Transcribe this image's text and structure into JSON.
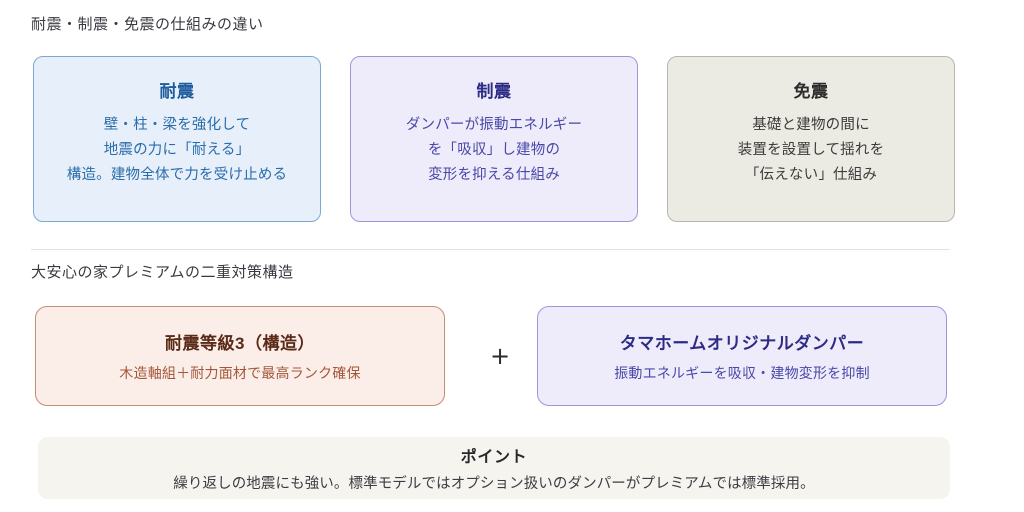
{
  "sections": [
    {
      "heading": "耐震・制震・免震の仕組みの違い",
      "cards": [
        {
          "title": "耐震",
          "lines": [
            "壁・柱・梁を強化して",
            "地震の力に「耐える」",
            "構造。建物全体で力を受け止める"
          ],
          "accent": "#7ba9d6",
          "background": "#e7f0fa"
        },
        {
          "title": "制震",
          "lines": [
            "ダンパーが振動エネルギー",
            "を「吸収」し建物の",
            "変形を抑える仕組み"
          ],
          "accent": "#9d96dc",
          "background": "#eeecfa"
        },
        {
          "title": "免震",
          "lines": [
            "基礎と建物の間に",
            "装置を設置して揺れを",
            "「伝えない」仕組み"
          ],
          "accent": "#b9b5ad",
          "background": "#ecebe3"
        }
      ]
    },
    {
      "heading": "大安心の家プレミアムの二重対策構造",
      "combine_operator": "+",
      "cards": [
        {
          "title": "耐震等級3（構造）",
          "subtitle": "木造軸組＋耐力面材で最高ランク確保",
          "accent": "#c98a72",
          "background": "#fbeee8"
        },
        {
          "title": "タマホームオリジナルダンパー",
          "subtitle": "振動エネルギーを吸収・建物変形を抑制",
          "accent": "#9d96dc",
          "background": "#eeecfb"
        }
      ]
    }
  ],
  "point": {
    "title": "ポイント",
    "body": "繰り返しの地震にも強い。標準モデルではオプション扱いのダンパーがプレミアムでは標準採用。",
    "background": "#f5f4ee"
  }
}
